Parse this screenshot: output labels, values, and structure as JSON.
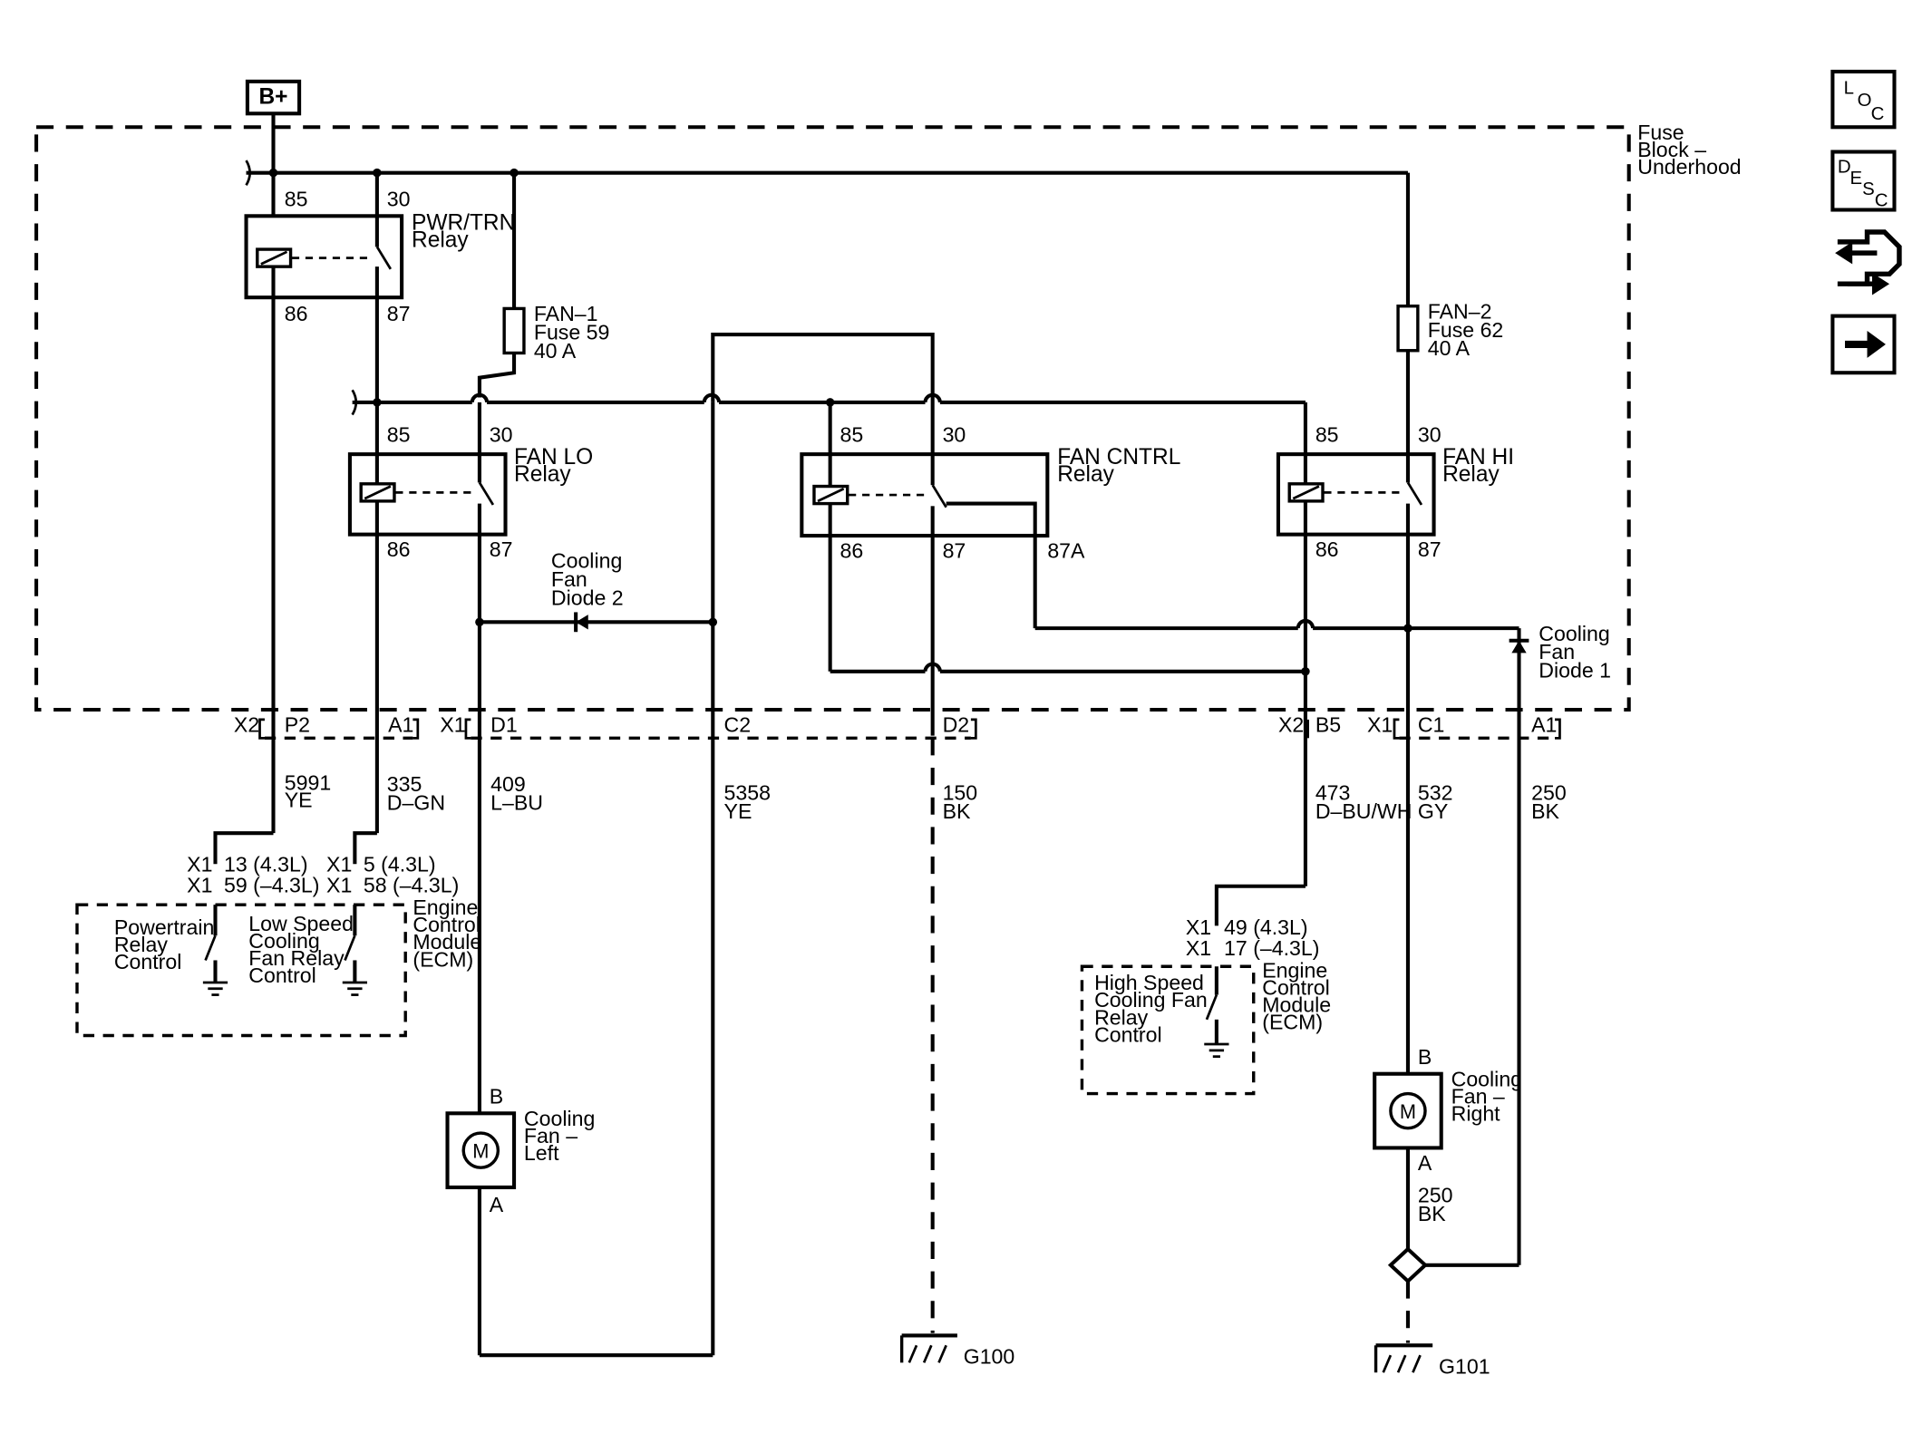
{
  "power_source": "B+",
  "fuse_block": {
    "line1": "Fuse",
    "line2": "Block –",
    "line3": "Underhood"
  },
  "relays": {
    "pwr_trn": {
      "line1": "PWR/TRN",
      "line2": "Relay",
      "pin85": "85",
      "pin30": "30",
      "pin86": "86",
      "pin87": "87"
    },
    "fan_lo": {
      "line1": "FAN LO",
      "line2": "Relay",
      "pin85": "85",
      "pin30": "30",
      "pin86": "86",
      "pin87": "87"
    },
    "fan_cntrl": {
      "line1": "FAN CNTRL",
      "line2": "Relay",
      "pin85": "85",
      "pin30": "30",
      "pin86": "86",
      "pin87": "87",
      "pin87a": "87A"
    },
    "fan_hi": {
      "line1": "FAN HI",
      "line2": "Relay",
      "pin85": "85",
      "pin30": "30",
      "pin86": "86",
      "pin87": "87"
    }
  },
  "fuses": {
    "fan1": {
      "line1": "FAN–1",
      "line2": "Fuse 59",
      "line3": "40 A"
    },
    "fan2": {
      "line1": "FAN–2",
      "line2": "Fuse 62",
      "line3": "40 A"
    }
  },
  "diodes": {
    "diode2": {
      "line1": "Cooling",
      "line2": "Fan",
      "line3": "Diode 2"
    },
    "diode1": {
      "line1": "Cooling",
      "line2": "Fan",
      "line3": "Diode 1"
    }
  },
  "connectors": {
    "x2_left": "X2",
    "p2": "P2",
    "a1_left": "A1",
    "x1_mid": "X1",
    "d1": "D1",
    "c2": "C2",
    "d2": "D2",
    "x2_right": "X2",
    "b5": "B5",
    "x1_right": "X1",
    "c1": "C1",
    "a1_right": "A1"
  },
  "wires": [
    {
      "circuit": "5991",
      "color": "YE"
    },
    {
      "circuit": "335",
      "color": "D–GN"
    },
    {
      "circuit": "409",
      "color": "L–BU"
    },
    {
      "circuit": "5358",
      "color": "YE"
    },
    {
      "circuit": "150",
      "color": "BK"
    },
    {
      "circuit": "473",
      "color": "D–BU/WH"
    },
    {
      "circuit": "532",
      "color": "GY"
    },
    {
      "circuit": "250",
      "color": "BK"
    },
    {
      "circuit": "250",
      "color": "BK"
    }
  ],
  "ecm_left": {
    "pin_a1": "X1",
    "pin_a1_val": "13 (4.3L)",
    "pin_a2": "X1",
    "pin_a2_val": "59 (–4.3L)",
    "pin_b1": "X1",
    "pin_b1_val": "5 (4.3L)",
    "pin_b2": "X1",
    "pin_b2_val": "58 (–4.3L)",
    "ptr": [
      "Powertrain",
      "Relay",
      "Control"
    ],
    "lsc": [
      "Low Speed",
      "Cooling",
      "Fan Relay",
      "Control"
    ],
    "ecm": [
      "Engine",
      "Control",
      "Module",
      "(ECM)"
    ]
  },
  "ecm_right": {
    "pin1": "X1",
    "pin1_val": "49 (4.3L)",
    "pin2": "X1",
    "pin2_val": "17 (–4.3L)",
    "hsc": [
      "High Speed",
      "Cooling Fan",
      "Relay",
      "Control"
    ],
    "ecm": [
      "Engine",
      "Control",
      "Module",
      "(ECM)"
    ]
  },
  "motors": {
    "left": {
      "symbol": "M",
      "pin_top": "B",
      "pin_bottom": "A",
      "label": [
        "Cooling",
        "Fan –",
        "Left"
      ]
    },
    "right": {
      "symbol": "M",
      "pin_top": "B",
      "pin_bottom": "A",
      "label": [
        "Cooling",
        "Fan –",
        "Right"
      ]
    }
  },
  "grounds": {
    "g100": "G100",
    "g101": "G101"
  },
  "nav_icons": [
    {
      "name": "location-icon",
      "glyph": "LOC"
    },
    {
      "name": "description-icon",
      "glyph": "DESC"
    },
    {
      "name": "schematic-hand-icon",
      "glyph": "hand"
    },
    {
      "name": "next-arrow-icon",
      "glyph": "arrow"
    }
  ]
}
